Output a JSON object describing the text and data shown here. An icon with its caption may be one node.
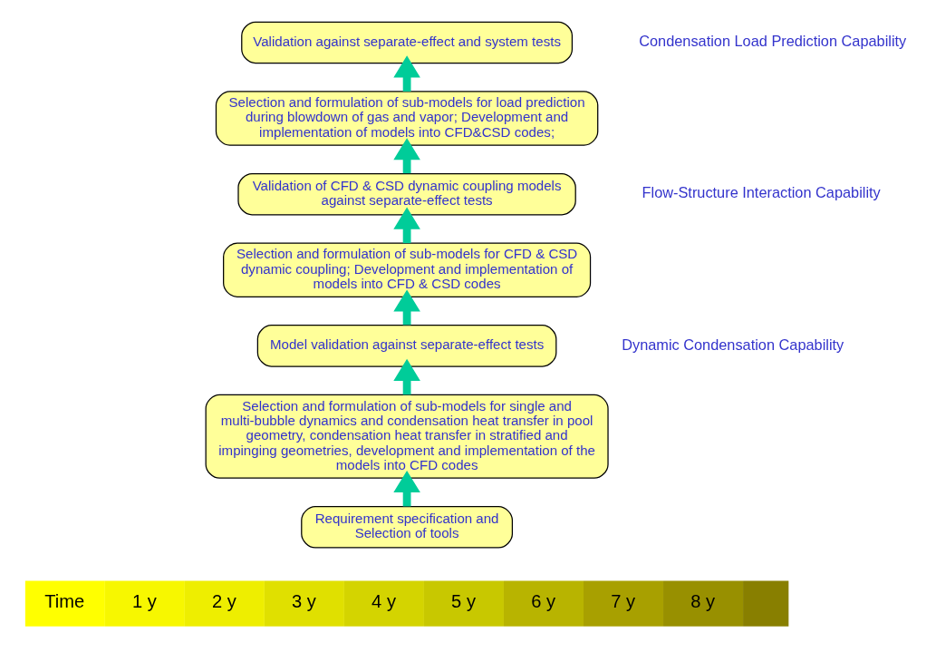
{
  "diagram": {
    "nodes": [
      {
        "text": [
          "Validation against separate-effect and system tests"
        ]
      },
      {
        "text": [
          "Selection and formulation of sub-models for load prediction during blowdown of gas and vapor; Development and implementation of models into CFD&CSD codes;"
        ]
      },
      {
        "text": [
          "Validation of CFD & CSD dynamic coupling models against separate-effect tests"
        ]
      },
      {
        "text": [
          "Selection and formulation of sub-models for CFD & CSD dynamic coupling; Development and implementation of models into CFD & CSD codes"
        ]
      },
      {
        "text": [
          "Model validation against separate-effect tests"
        ]
      },
      {
        "text": [
          "Selection and formulation of sub-models for single and multi-bubble dynamics and condensation heat transfer in pool geometry, condensation heat transfer in stratified and impinging geometries, development and implementation of the models into CFD codes"
        ]
      },
      {
        "text": [
          "Requirement specification and Selection of tools"
        ]
      }
    ],
    "edges": [
      {
        "from": 6,
        "to": 5,
        "arrow": "to"
      },
      {
        "from": 5,
        "to": 4,
        "arrow": "to"
      },
      {
        "from": 4,
        "to": 3,
        "arrow": "to"
      },
      {
        "from": 3,
        "to": 2,
        "arrow": "to"
      },
      {
        "from": 2,
        "to": 1,
        "arrow": "to"
      },
      {
        "from": 1,
        "to": 0,
        "arrow": "to"
      }
    ],
    "labels": [
      "Condensation Load Prediction Capability",
      "Flow-Structure Interaction Capability",
      "Dynamic Condensation Capability",
      "Time",
      "1 y",
      "2 y",
      "3 y",
      "4 y",
      "5 y",
      "6 y",
      "7 y",
      "8 y"
    ]
  }
}
